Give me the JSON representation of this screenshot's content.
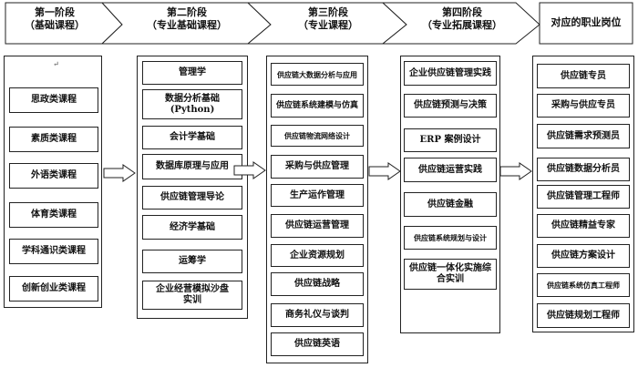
{
  "stages": [
    {
      "line1": "第一阶段",
      "line2": "（基础课程）"
    },
    {
      "line1": "第二阶段",
      "line2": "（专业基础课程）"
    },
    {
      "line1": "第三阶段",
      "line2": "（专业课程）"
    },
    {
      "line1": "第四阶段",
      "line2": "（专业拓展课程）"
    },
    {
      "line1": "对应的职业岗位",
      "line2": ""
    }
  ],
  "col1_mark": "↵",
  "col1": [
    "思政类课程",
    "素质类课程",
    "外语类课程",
    "体育类课程",
    "学科通识类课程",
    "创新创业类课程"
  ],
  "col2": [
    "管理学",
    "数据分析基础\n(Python)",
    "会计学基础",
    "数据库原理与应用",
    "供应链管理导论",
    "经济学基础",
    "运筹学",
    "企业经营模拟沙盘\n实训"
  ],
  "col3": [
    "供应链大数据分析与应用",
    "供应链系统建模与仿真",
    "供应链物流网络设计",
    "采购与供应管理",
    "生产运作管理",
    "供应链运营管理",
    "企业资源规划",
    "供应链战略",
    "商务礼仪与谈判",
    "供应链英语"
  ],
  "col4": [
    "企业供应链管理实践",
    "供应链预测与决策",
    "ERP 案例设计",
    "供应链运营实践",
    "供应链金融",
    "供应链系统规划与设计",
    "供应链一体化实施综\n合实训"
  ],
  "col5": [
    "供应链专员",
    "采购与供应专员",
    "供应链需求预测员",
    "供应链数据分析员",
    "供应链管理工程师",
    "供应链精益专家",
    "供应链方案设计",
    "供应链系统仿真工程师",
    "供应链规划工程师"
  ]
}
